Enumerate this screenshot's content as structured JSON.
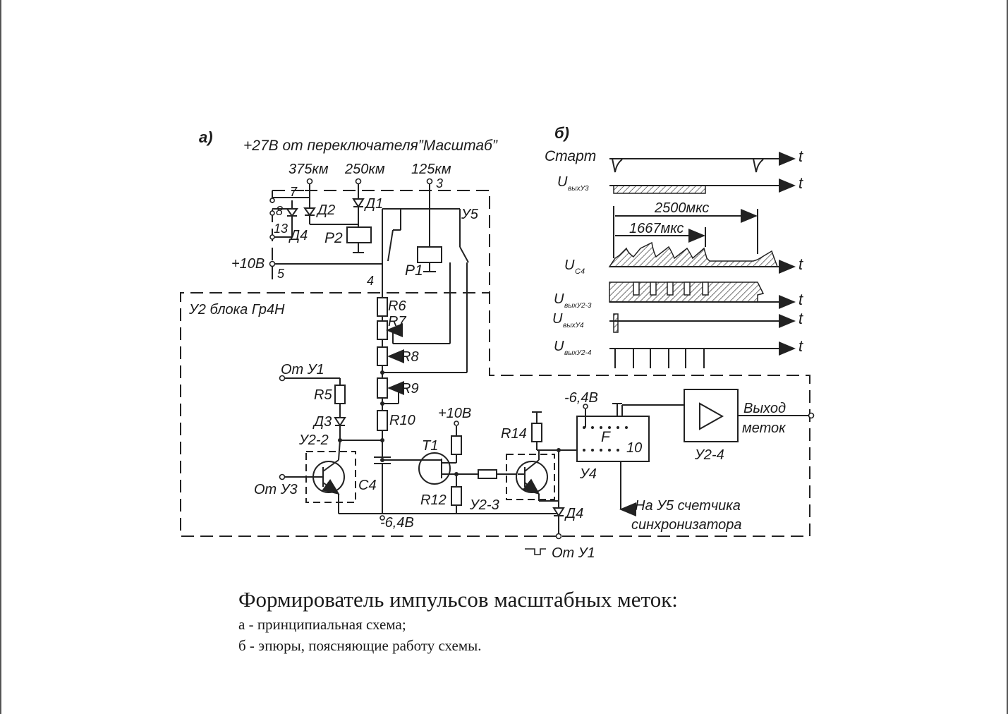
{
  "panel_a": {
    "label": "а)",
    "supply_note": "+27В от переключателя”Масштаб”",
    "scale_375": "375км",
    "scale_250": "250км",
    "scale_125": "125км",
    "pin_7": "7",
    "pin_8": "8",
    "pin_13": "13",
    "pin_3": "3",
    "pin_5": "5",
    "pin_4": "4",
    "pin_10": "10",
    "d1": "Д1",
    "d2": "Д2",
    "d3": "Д3",
    "d4_top": "Д4",
    "d4_bottom": "Д4",
    "p1": "Р1",
    "p2": "Р2",
    "u5": "У5",
    "plus10v_left": "+10В",
    "plus10v_t1": "+10В",
    "block_name": "У2 блока Гр4Н",
    "r5": "R5",
    "r6": "R6",
    "r7": "R7",
    "r8": "R8",
    "r9": "R9",
    "r10": "R10",
    "r12": "R12",
    "r14": "R14",
    "c4": "C4",
    "t1": "T1",
    "from_u1_top": "От У1",
    "from_u3": "От У3",
    "from_u1_bottom": "От У1",
    "u2_2": "У2-2",
    "u2_3": "У2-3",
    "u2_4": "У2-4",
    "u4": "У4",
    "f_label": "F",
    "minus64_top": "-6,4В",
    "minus64_bottom": "-6,4В",
    "output_line1": "Выход",
    "output_line2": "меток",
    "to_u5_line1": "На У5 счетчика",
    "to_u5_line2": "синхронизатора"
  },
  "panel_b": {
    "label": "б)",
    "start": "Старт",
    "u_main": "U",
    "sub_vyh_u3": "выхУ3",
    "sub_c4": "C4",
    "sub_vyh_u2_3": "выхУ2-3",
    "sub_vyh_u4": "выхУ4",
    "sub_vyh_u2_4": "выхУ2-4",
    "t_axis": "t",
    "period_long": "2500мкс",
    "period_short": "1667мкс"
  },
  "caption": {
    "title": "Формирователь импульсов масштабных меток:",
    "line_a": "а - принципиальная схема;",
    "line_b": "б - эпюры, поясняющие работу схемы."
  }
}
